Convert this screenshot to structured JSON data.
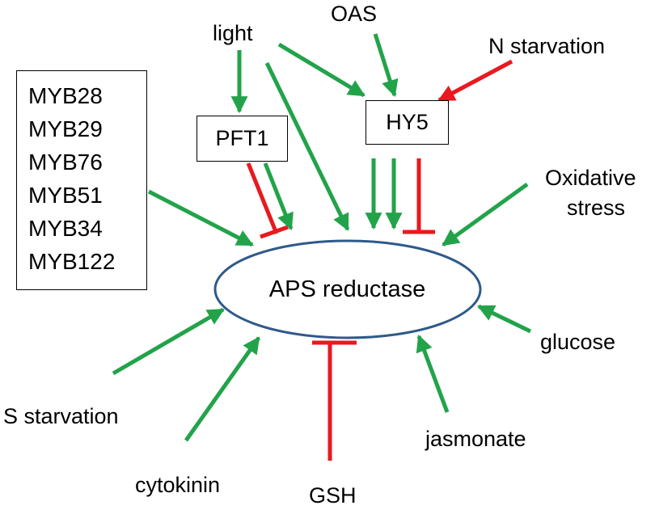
{
  "center": {
    "label": "APS reductase"
  },
  "nodes": {
    "light": "light",
    "oas": "OAS",
    "n_starvation": "N starvation",
    "pft1": "PFT1",
    "hy5": "HY5",
    "oxidative_stress_line1": "Oxidative",
    "oxidative_stress_line2": "stress",
    "glucose": "glucose",
    "jasmonate": "jasmonate",
    "gsh": "GSH",
    "cytokinin": "cytokinin",
    "s_starvation": "S starvation"
  },
  "myb_genes": [
    "MYB28",
    "MYB29",
    "MYB76",
    "MYB51",
    "MYB34",
    "MYB122"
  ],
  "colors": {
    "activation": "#22a34a",
    "inhibition": "#e8191f",
    "ellipse_stroke": "#2e5a8a",
    "text": "#000000"
  }
}
